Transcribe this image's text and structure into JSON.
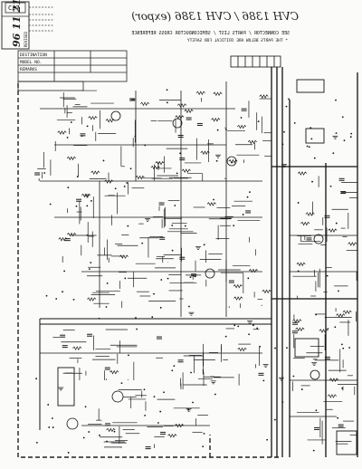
{
  "scan": {
    "stamp_number": "96 11 21",
    "stamp_side_text": "REVISED",
    "corner_ref": "C37",
    "handwritten_title": "CVH 1386 / CVH 1386 (expor)",
    "mirrored_header_line_1": "SEE CONNECTOR / PARTS LIST / SEMICONDUCTOR CROSS REFERENCE",
    "mirrored_header_line_2": "* THE PARTS BELOW ARE CRITICAL FOR SAFETY"
  },
  "title_block": {
    "rows": [
      "DESTINATION",
      "MODEL NO.",
      "REMARKS"
    ]
  },
  "colors": {
    "ink": "#1a1a1a",
    "paper": "#fbfbf9",
    "stamp": "#333333"
  }
}
